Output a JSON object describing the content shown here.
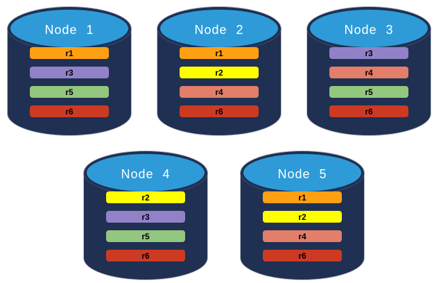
{
  "palette": {
    "cylinder_body": "#1f3052",
    "cylinder_top": "#2e9bd8",
    "replica_colors": {
      "r1": "#ffa013",
      "r2": "#ffff00",
      "r3": "#9182c8",
      "r4": "#e27e69",
      "r5": "#93c67f",
      "r6": "#cd3a23"
    }
  },
  "nodes": [
    {
      "label": "Node 1",
      "replicas": [
        {
          "label": "r1",
          "color": "#ffa013"
        },
        {
          "label": "r3",
          "color": "#9182c8"
        },
        {
          "label": "r5",
          "color": "#93c67f"
        },
        {
          "label": "r6",
          "color": "#cd3a23"
        }
      ]
    },
    {
      "label": "Node 2",
      "replicas": [
        {
          "label": "r1",
          "color": "#ffa013"
        },
        {
          "label": "r2",
          "color": "#ffff00"
        },
        {
          "label": "r4",
          "color": "#e27e69"
        },
        {
          "label": "r6",
          "color": "#cd3a23"
        }
      ]
    },
    {
      "label": "Node 3",
      "replicas": [
        {
          "label": "r3",
          "color": "#9182c8"
        },
        {
          "label": "r4",
          "color": "#e27e69"
        },
        {
          "label": "r5",
          "color": "#93c67f"
        },
        {
          "label": "r6",
          "color": "#cd3a23"
        }
      ]
    },
    {
      "label": "Node 4",
      "replicas": [
        {
          "label": "r2",
          "color": "#ffff00"
        },
        {
          "label": "r3",
          "color": "#9182c8"
        },
        {
          "label": "r5",
          "color": "#93c67f"
        },
        {
          "label": "r6",
          "color": "#cd3a23"
        }
      ]
    },
    {
      "label": "Node 5",
      "replicas": [
        {
          "label": "r1",
          "color": "#ffa013"
        },
        {
          "label": "r2",
          "color": "#ffff00"
        },
        {
          "label": "r4",
          "color": "#e27e69"
        },
        {
          "label": "r6",
          "color": "#cd3a23"
        }
      ]
    }
  ]
}
